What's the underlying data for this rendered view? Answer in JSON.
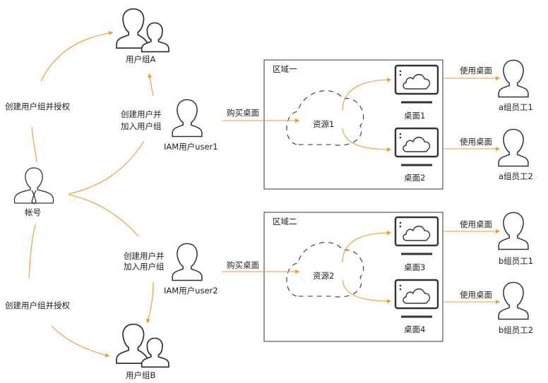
{
  "account": {
    "label": "帐号"
  },
  "groups": [
    {
      "id": "A",
      "label": "用户组A"
    },
    {
      "id": "B",
      "label": "用户组B"
    }
  ],
  "edge_labels": {
    "create_group_authorize": "创建用户组并授权",
    "create_user_line1": "创建用户并",
    "create_user_line2": "加入用户组",
    "buy_desktop": "购买桌面",
    "use_desktop": "使用桌面"
  },
  "iam_users": [
    {
      "label": "IAM用户user1"
    },
    {
      "label": "IAM用户user2"
    }
  ],
  "regions": [
    {
      "label": "区域一",
      "resource": "资源1",
      "desktops": [
        "桌面1",
        "桌面2"
      ],
      "employees": [
        "a组员工1",
        "a组员工2"
      ]
    },
    {
      "label": "区域二",
      "resource": "资源2",
      "desktops": [
        "桌面3",
        "桌面4"
      ],
      "employees": [
        "b组员工1",
        "b组员工2"
      ]
    }
  ],
  "colors": {
    "flow": "#F39A2B",
    "stroke": "#333333"
  }
}
